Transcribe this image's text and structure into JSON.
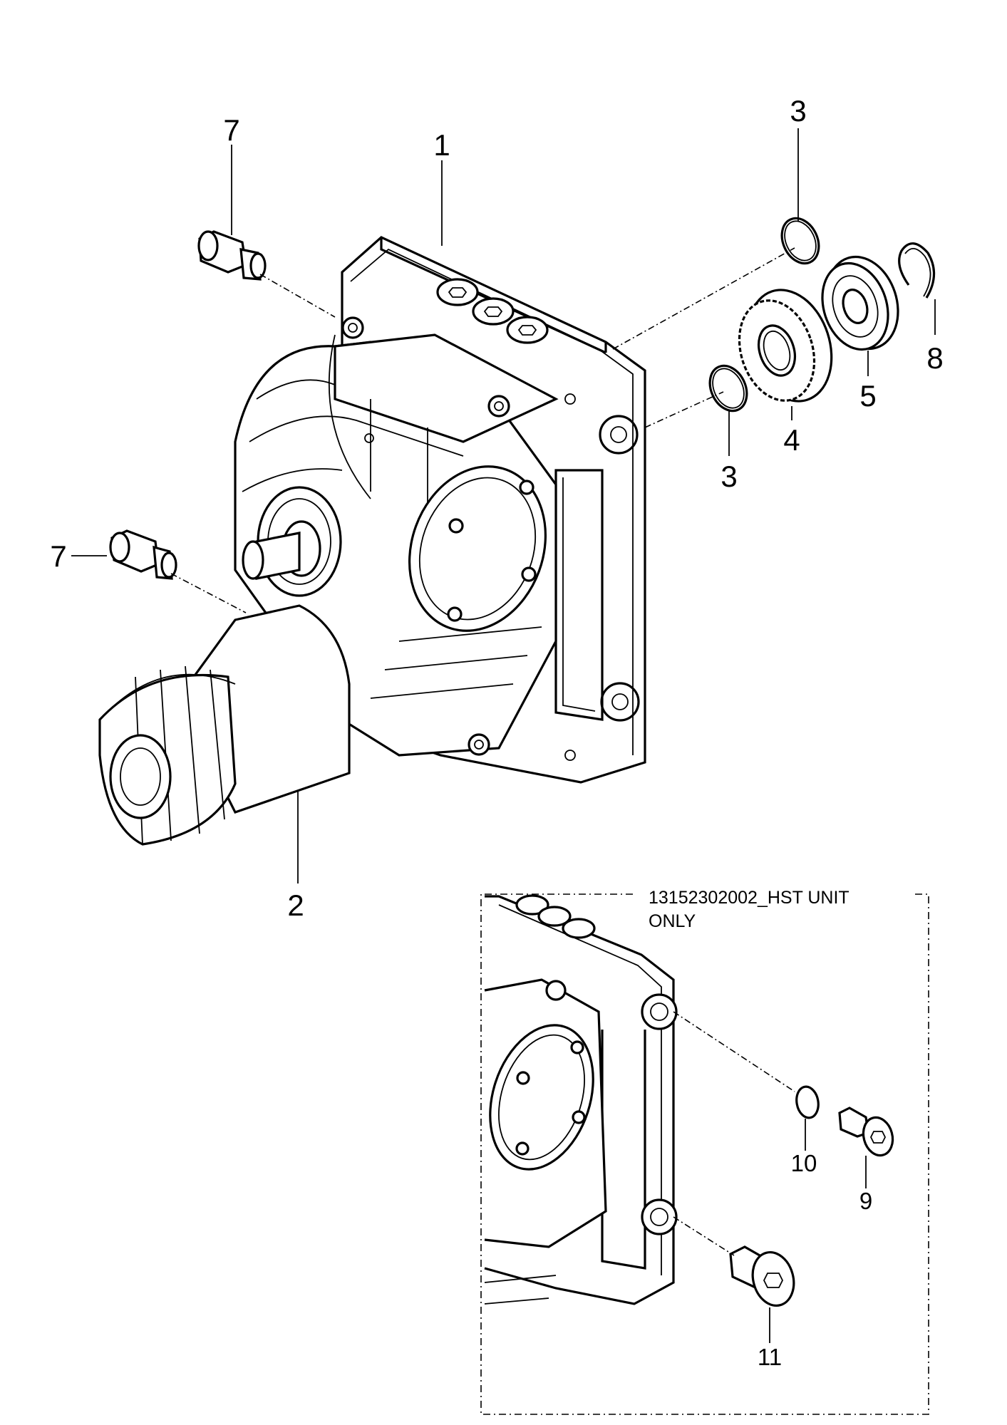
{
  "callouts": {
    "c1": "1",
    "c2": "2",
    "c3a": "3",
    "c3b": "3",
    "c4": "4",
    "c5": "5",
    "c7a": "7",
    "c7b": "7",
    "c8": "8",
    "c9": "9",
    "c10": "10",
    "c11": "11"
  },
  "inset": {
    "caption_line1": "13152302002_HST UNIT",
    "caption_line2": "ONLY"
  }
}
